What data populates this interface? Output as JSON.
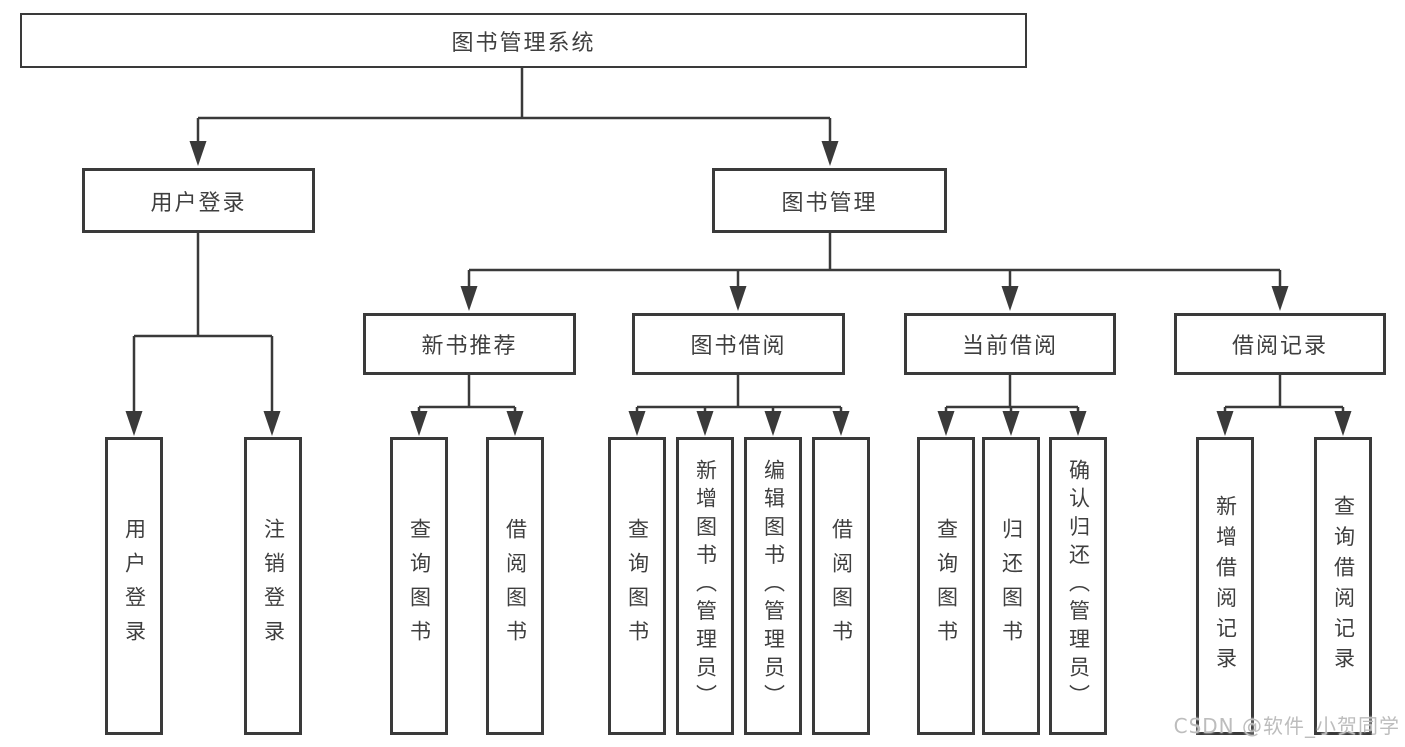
{
  "diagram": {
    "root": {
      "label": "图书管理系统"
    },
    "level2": [
      {
        "label": "用户登录"
      },
      {
        "label": "图书管理"
      }
    ],
    "level3": [
      {
        "label": "新书推荐"
      },
      {
        "label": "图书借阅"
      },
      {
        "label": "当前借阅"
      },
      {
        "label": "借阅记录"
      }
    ],
    "leaves": {
      "user_login": [
        "用户登录",
        "注销登录"
      ],
      "new_book": [
        "查询图书",
        "借阅图书"
      ],
      "book_borrow": [
        "查询图书",
        "新增图书（管理员）",
        "编辑图书（管理员）",
        "借阅图书"
      ],
      "current_borrow": [
        "查询图书",
        "归还图书",
        "确认归还（管理员）"
      ],
      "borrow_record": [
        "新增借阅记录",
        "查询借阅记录"
      ]
    }
  },
  "watermark": "CSDN @软件_小贺同学",
  "colors": {
    "line": "#3a3a3a",
    "text": "#3f3f3f",
    "background": "#ffffff",
    "watermark": "#bdbdbd"
  }
}
